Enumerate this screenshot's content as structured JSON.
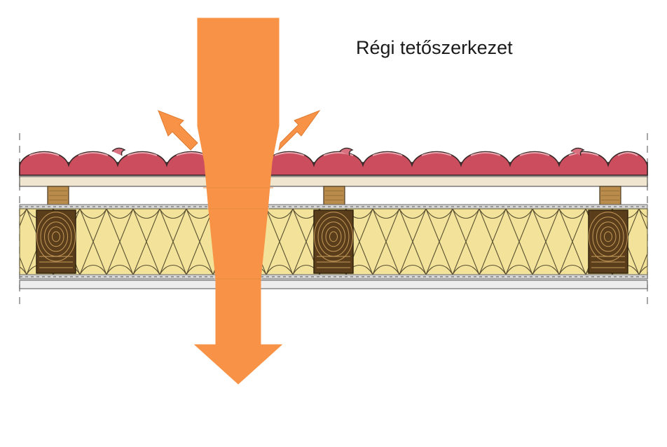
{
  "title": "Régi tetőszerkezet",
  "colors": {
    "background": "#ffffff",
    "arrow": "#f79246",
    "tile_fill": "#cc4d5e",
    "tile_outline": "#3a2a2a",
    "tile_light": "#d9707f",
    "batten_board": "#f0e6cf",
    "batten_block": "#b98c4c",
    "rafter_wood": "#5a3e1b",
    "rafter_rings": "#c69a5a",
    "insulation_fill": "#f2e29a",
    "insulation_line": "#5b5131",
    "membrane": "#c8c8c8",
    "ceiling_board": "#eeeeee",
    "dashed_guides": "#888888"
  },
  "icons": {
    "main_arrow": "heat-flow-down-arrow",
    "deflect_left": "heat-deflect-left-arrow",
    "deflect_right": "heat-deflect-right-arrow"
  }
}
